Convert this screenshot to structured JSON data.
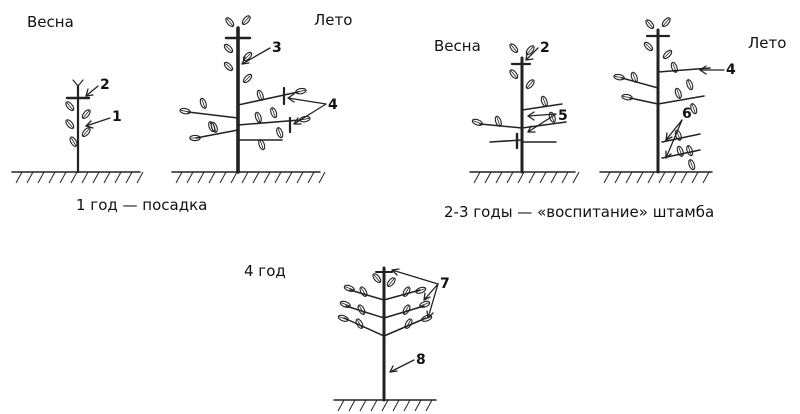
{
  "panel_1": {
    "season_left": "Весна",
    "season_right": "Лето",
    "caption": "1 год — посадка",
    "marks": [
      "1",
      "2",
      "3",
      "4"
    ]
  },
  "panel_2": {
    "season_left": "Весна",
    "season_right": "Лето",
    "caption": "2-3 годы — «воспитание» штамба",
    "marks": [
      "2",
      "5",
      "4",
      "6"
    ]
  },
  "panel_3": {
    "year": "4 год",
    "marks": [
      "7",
      "8"
    ]
  }
}
